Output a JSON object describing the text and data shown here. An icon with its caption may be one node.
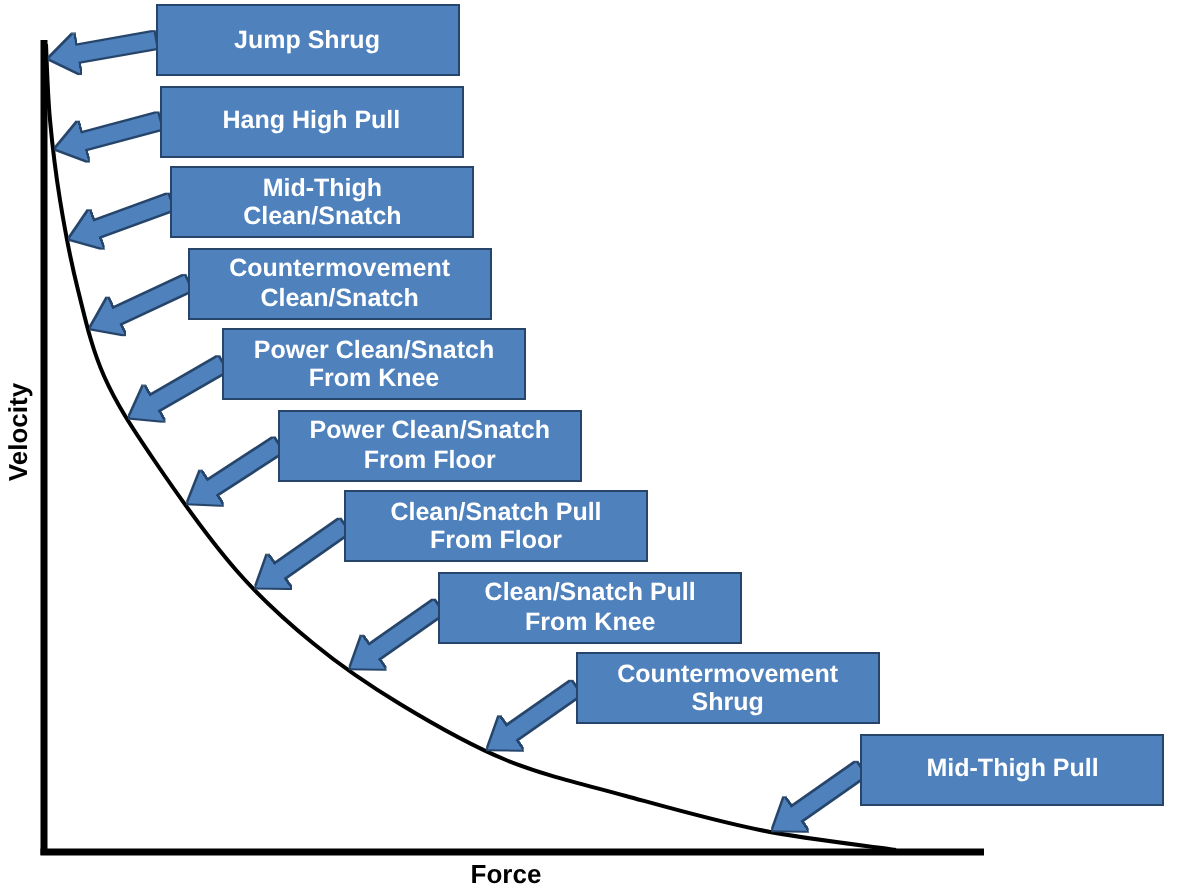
{
  "diagram": {
    "nodes": [
      {
        "text": [
          "Jump Shrug"
        ]
      },
      {
        "text": [
          "Hang High Pull"
        ]
      },
      {
        "text": [
          "Mid-Thigh Clean/Snatch"
        ]
      },
      {
        "text": [
          "Countermovement Clean/Snatch"
        ]
      },
      {
        "text": [
          "Power Clean/Snatch From Knee"
        ]
      },
      {
        "text": [
          "Power Clean/Snatch From Floor"
        ]
      },
      {
        "text": [
          "Clean/Snatch Pull From Floor"
        ]
      },
      {
        "text": [
          "Clean/Snatch Pull From Knee"
        ]
      },
      {
        "text": [
          "Countermovement Shrug"
        ]
      },
      {
        "text": [
          "Mid-Thigh Pull"
        ]
      }
    ],
    "edges": [
      {
        "from": 0,
        "to": null,
        "arrow": "to"
      },
      {
        "from": 1,
        "to": null,
        "arrow": "to"
      },
      {
        "from": 2,
        "to": null,
        "arrow": "to"
      },
      {
        "from": 3,
        "to": null,
        "arrow": "to"
      },
      {
        "from": 4,
        "to": null,
        "arrow": "to"
      },
      {
        "from": 5,
        "to": null,
        "arrow": "to"
      },
      {
        "from": 6,
        "to": null,
        "arrow": "to"
      },
      {
        "from": 7,
        "to": null,
        "arrow": "to"
      },
      {
        "from": 8,
        "to": null,
        "arrow": "to"
      },
      {
        "from": 9,
        "to": null,
        "arrow": "to"
      }
    ],
    "labels": [
      "Velocity",
      "Force"
    ]
  }
}
